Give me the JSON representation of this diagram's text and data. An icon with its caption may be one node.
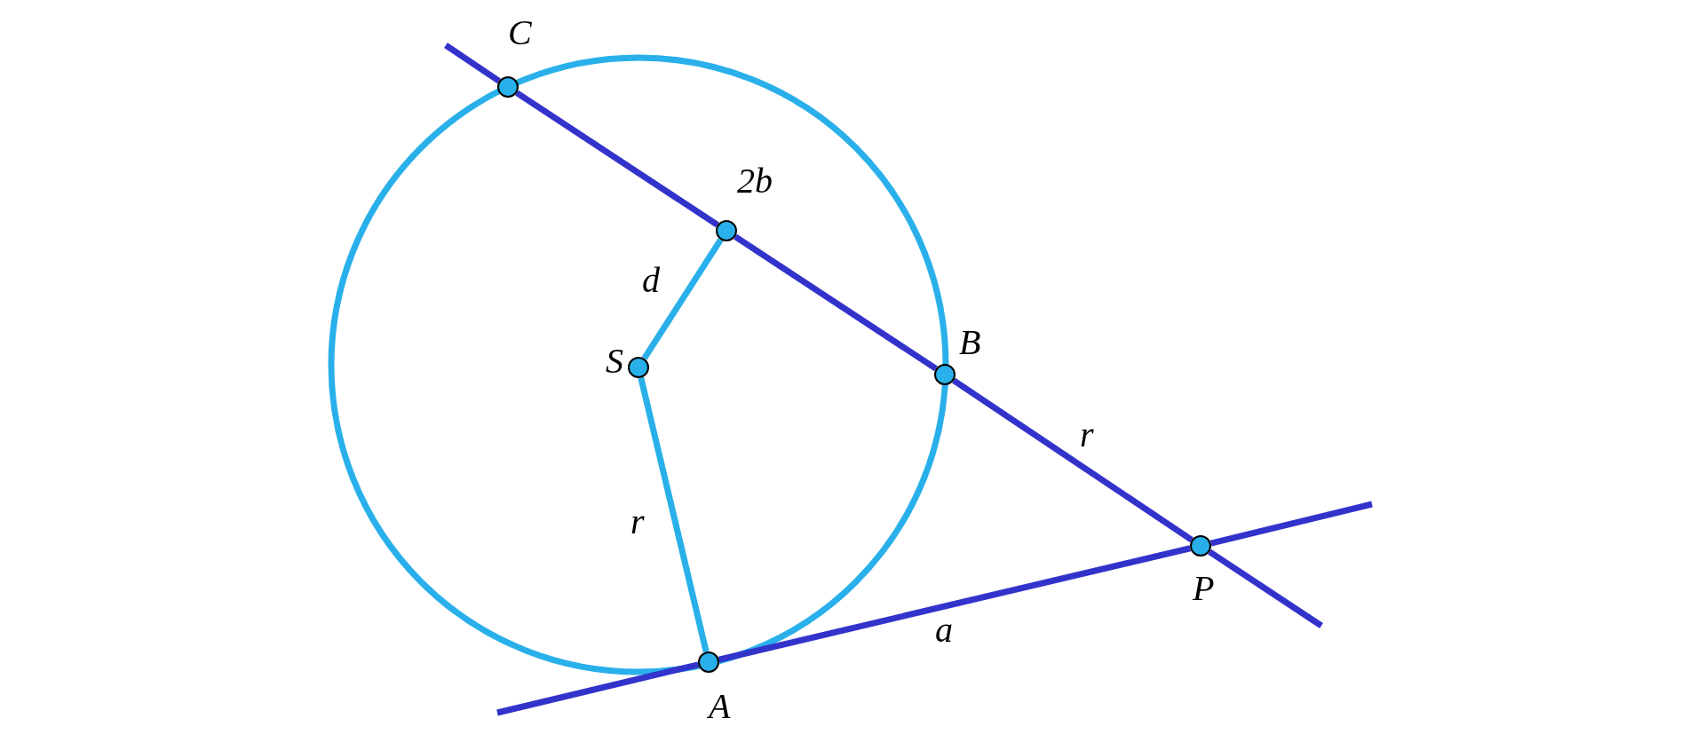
{
  "diagram": {
    "nodes": [
      {
        "text": [
          "C"
        ]
      },
      {
        "text": [
          "2b"
        ]
      },
      {
        "text": [
          "B"
        ]
      },
      {
        "text": [
          "S"
        ]
      },
      {
        "text": [
          "A"
        ]
      },
      {
        "text": [
          "P"
        ]
      }
    ],
    "edges": [
      {
        "from": null,
        "to": 0,
        "arrow": "none"
      },
      {
        "from": 0,
        "to": 1,
        "arrow": "none"
      },
      {
        "from": 1,
        "to": 2,
        "arrow": "none"
      },
      {
        "from": 2,
        "to": 5,
        "arrow": "none",
        "label": "r"
      },
      {
        "from": 5,
        "to": null,
        "arrow": "none"
      },
      {
        "from": null,
        "to": 4,
        "arrow": "none"
      },
      {
        "from": 4,
        "to": 5,
        "arrow": "none",
        "label": "a"
      },
      {
        "from": 5,
        "to": null,
        "arrow": "none"
      },
      {
        "from": 3,
        "to": 1,
        "arrow": "none",
        "label": "d",
        "color": "#29b0ea"
      },
      {
        "from": 3,
        "to": 4,
        "arrow": "none",
        "label": "r",
        "color": "#29b0ea"
      }
    ]
  }
}
